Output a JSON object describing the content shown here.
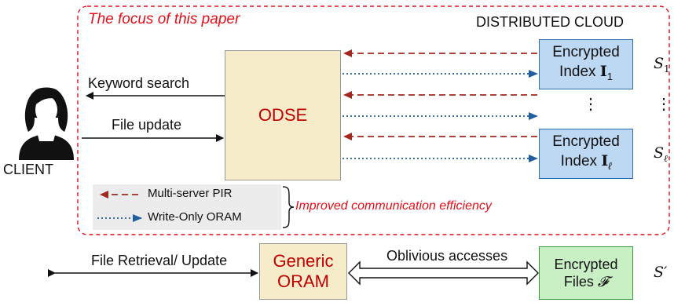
{
  "focus_label": "The focus of this paper",
  "cloud_label": "DISTRIBUTED CLOUD",
  "client": {
    "label": "CLIENT",
    "keyword_search": "Keyword search",
    "file_update": "File update",
    "file_retrieval": "File Retrieval/ Update"
  },
  "odse": {
    "label": "ODSE"
  },
  "servers": [
    {
      "line1": "Encrypted",
      "line2_prefix": "Index ",
      "line2_symbol": "I",
      "line2_sub": "1",
      "server_symbol": "S",
      "server_sub": "1"
    },
    {
      "line1": "Encrypted",
      "line2_prefix": "Index ",
      "line2_symbol": "I",
      "line2_sub": "ℓ",
      "server_symbol": "S",
      "server_sub": "ℓ"
    }
  ],
  "ellipsis": "⋮",
  "legend": {
    "pir_label": "Multi-server PIR",
    "oram_label": "Write-Only ORAM",
    "improvement": "Improved communication efficiency"
  },
  "generic_oram": {
    "line1": "Generic",
    "line2": "ORAM"
  },
  "oblivious_accesses": "Oblivious accesses",
  "files": {
    "line1": "Encrypted",
    "line2_prefix": "Files ",
    "line2_symbol": "𝓕"
  },
  "files_server": "S′",
  "colors": {
    "pir": "#a0281e",
    "oram": "#1f5f9e",
    "focus_border": "#e0101a",
    "odse_fill": "#f6ecc9",
    "index_fill": "#bcd8f2",
    "files_fill": "#c9efc4"
  }
}
